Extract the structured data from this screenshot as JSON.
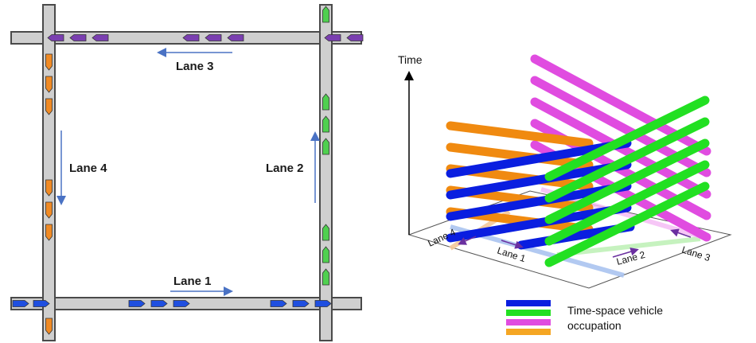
{
  "left_diagram": {
    "lanes": [
      {
        "id": "lane1",
        "label": "Lane 1",
        "direction": "right",
        "vehicle_color": "#1f4fe0"
      },
      {
        "id": "lane2",
        "label": "Lane 2",
        "direction": "up",
        "vehicle_color": "#4fd04f"
      },
      {
        "id": "lane3",
        "label": "Lane 3",
        "direction": "left",
        "vehicle_color": "#7a3fb0"
      },
      {
        "id": "lane4",
        "label": "Lane 4",
        "direction": "down",
        "vehicle_color": "#f08a24"
      }
    ]
  },
  "right_diagram": {
    "axis_label": "Time",
    "floor_labels": {
      "lane1": "Lane 1",
      "lane2": "Lane 2",
      "lane3": "Lane 3",
      "lane4": "Lane 4"
    },
    "band_colors": {
      "lane1": "#0a1ee0",
      "lane2": "#22e022",
      "lane3": "#e04ce0",
      "lane4": "#f08a10"
    }
  },
  "legend": {
    "text_line1": "Time-space vehicle",
    "text_line2": "occupation",
    "swatches": [
      "#0a1ee0",
      "#22e022",
      "#e04ce0",
      "#f5a623"
    ]
  }
}
